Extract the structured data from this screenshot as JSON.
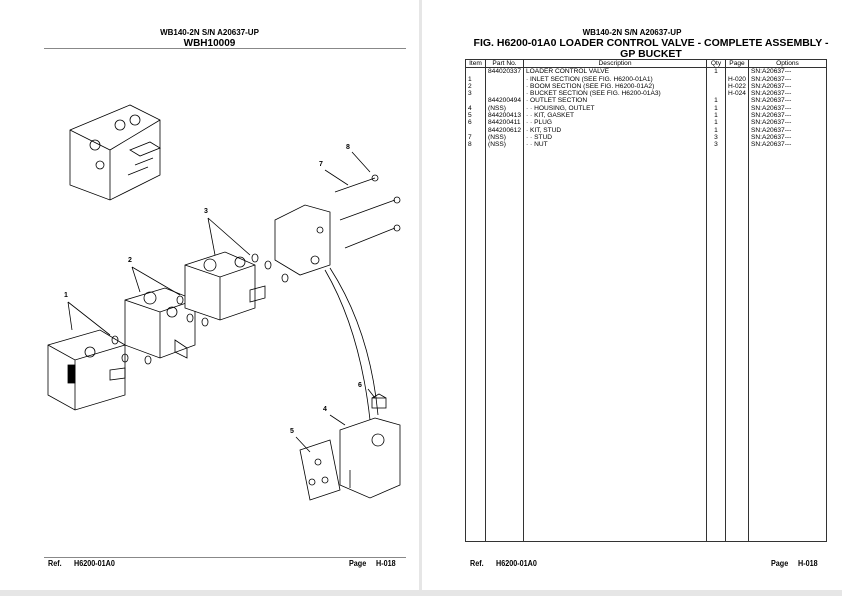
{
  "left_page": {
    "header_model": "WB140-2N S/N A20637-UP",
    "header_code": "WBH10009",
    "callouts": [
      "1",
      "2",
      "3",
      "4",
      "5",
      "6",
      "7",
      "8"
    ],
    "footer": {
      "ref_label": "Ref.",
      "ref_value": "H6200-01A0",
      "page_label": "Page",
      "page_value": "H-018"
    }
  },
  "right_page": {
    "header_model": "WB140-2N S/N A20637-UP",
    "figure_title": "FIG. H6200-01A0 LOADER CONTROL VALVE - COMPLETE ASSEMBLY - GP BUCKET",
    "table": {
      "headers": [
        "Item",
        "Part No.",
        "Description",
        "Qty",
        "Page",
        "Options"
      ],
      "rows": [
        [
          "",
          "844020337",
          "LOADER CONTROL VALVE",
          "1",
          "",
          "SN:A20637---"
        ],
        [
          "1",
          "",
          "·  INLET SECTION (SEE FIG. H6200-01A1)",
          "",
          "H-020",
          "SN:A20637---"
        ],
        [
          "2",
          "",
          "·  BOOM SECTION (SEE FIG. H6200-01A2)",
          "",
          "H-022",
          "SN:A20637---"
        ],
        [
          "3",
          "",
          "·  BUCKET SECTION (SEE FIG. H6200-01A3)",
          "",
          "H-024",
          "SN:A20637---"
        ],
        [
          "",
          "844200494",
          "·  OUTLET SECTION",
          "1",
          "",
          "SN:A20637---"
        ],
        [
          "4",
          "(NSS)",
          "· ·  HOUSING, OUTLET",
          "1",
          "",
          "SN:A20637---"
        ],
        [
          "5",
          "844200413",
          "· ·  KIT, GASKET",
          "1",
          "",
          "SN:A20637---"
        ],
        [
          "6",
          "844200411",
          "· ·  PLUG",
          "1",
          "",
          "SN:A20637---"
        ],
        [
          "",
          "844200612",
          "·  KIT, STUD",
          "1",
          "",
          "SN:A20637---"
        ],
        [
          "7",
          "(NSS)",
          "· ·  STUD",
          "3",
          "",
          "SN:A20637---"
        ],
        [
          "8",
          "(NSS)",
          "· ·  NUT",
          "3",
          "",
          "SN:A20637---"
        ]
      ]
    },
    "footer": {
      "ref_label": "Ref.",
      "ref_value": "H6200-01A0",
      "page_label": "Page",
      "page_value": "H-018"
    }
  }
}
